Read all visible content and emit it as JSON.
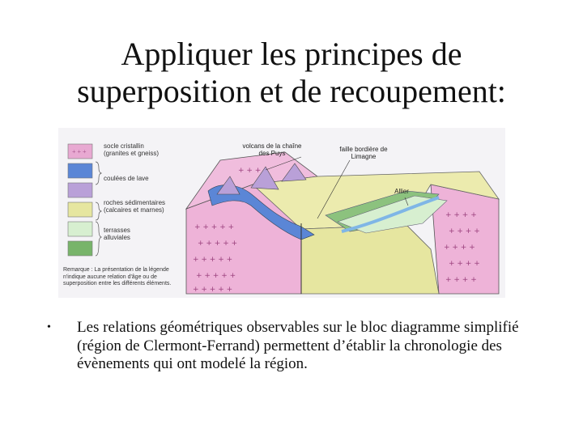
{
  "title": {
    "line1": "Appliquer les principes de",
    "line2": "superposition et de recoupement:"
  },
  "figure": {
    "legend": [
      {
        "id": "socle",
        "label": "socle cristallin",
        "sublabel": "(granites et gneiss)",
        "color": "#e8a9d2"
      },
      {
        "id": "laves",
        "label": "coulées de lave",
        "sublabel": "",
        "color": "#5b86d6"
      },
      {
        "id": "roches",
        "label": "roches sédimentaires",
        "sublabel": "(calcaires et marnes)",
        "color": "#e6e6a0"
      },
      {
        "id": "terr1",
        "label": "terrasses",
        "sublabel": "",
        "color": "#d7efd0"
      },
      {
        "id": "terr2",
        "label": "alluviales",
        "sublabel": "",
        "color": "#78b46a"
      }
    ],
    "extra_swatch_color": "#b9a0d8",
    "labels": {
      "volcans": "volcans de la chaîne des Puys",
      "faille": "faille bordière de Limagne",
      "allier": "Allier"
    },
    "remark": "Remarque : La présentation de la légende n'indique aucune relation d'âge ou de superposition entre les différents éléments."
  },
  "bullet": {
    "text": "Les relations géométriques observables sur le bloc diagramme simplifié (région de Clermont-Ferrand) permettent d’établir la chronologie des évènements qui ont modelé la région."
  }
}
